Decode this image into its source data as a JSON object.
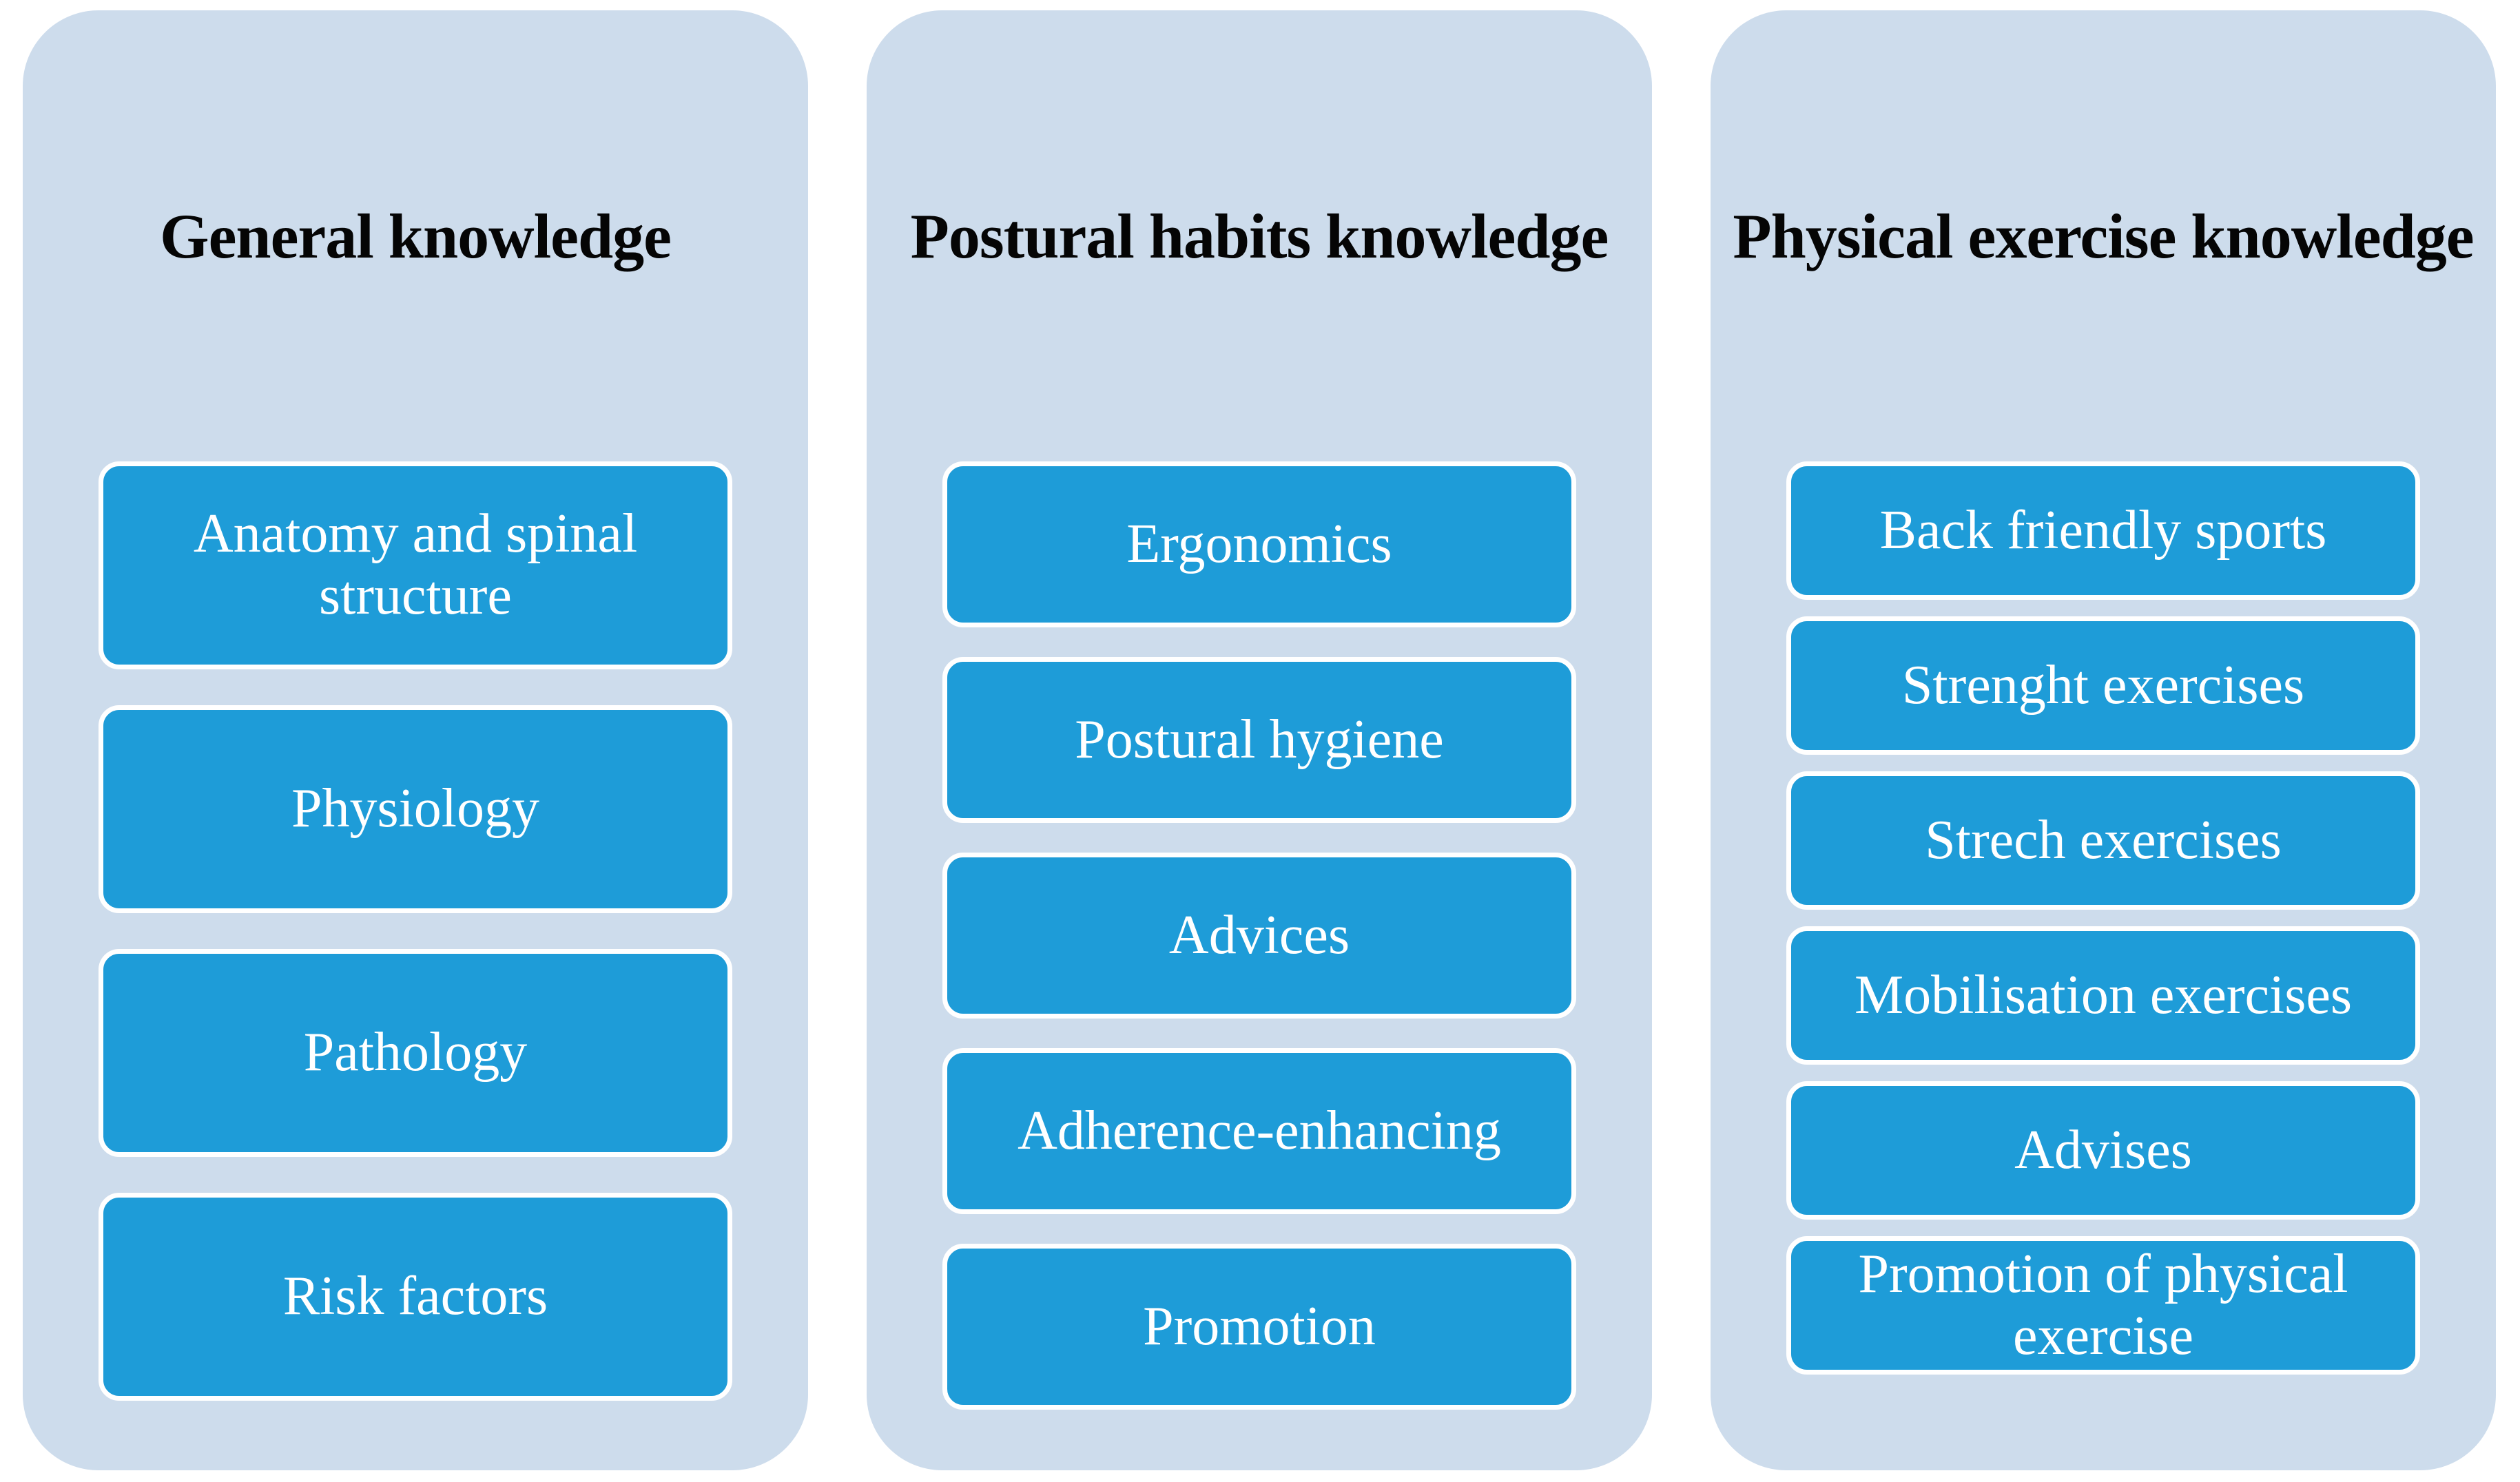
{
  "diagram": {
    "columns": [
      {
        "title": "General knowledge",
        "items": [
          "Anatomy and spinal structure",
          "Physiology",
          "Pathology",
          "Risk factors"
        ]
      },
      {
        "title": "Postural habits knowledge",
        "items": [
          "Ergonomics",
          "Postural hygiene",
          "Advices",
          "Adherence-enhancing",
          "Promotion"
        ]
      },
      {
        "title": "Physical exercise knowledge",
        "items": [
          "Back friendly sports",
          "Strenght exercises",
          "Strech exercises",
          "Mobilisation exercises",
          "Advises",
          "Promotion of physical exercise"
        ]
      }
    ],
    "colors": {
      "panel_bg": "#CDDCEC",
      "box_bg": "#1E9CD8",
      "box_border": "#FFFFFF",
      "title_text": "#050505",
      "box_text": "#FFFFFF",
      "page_bg": "#FFFFFF"
    }
  }
}
